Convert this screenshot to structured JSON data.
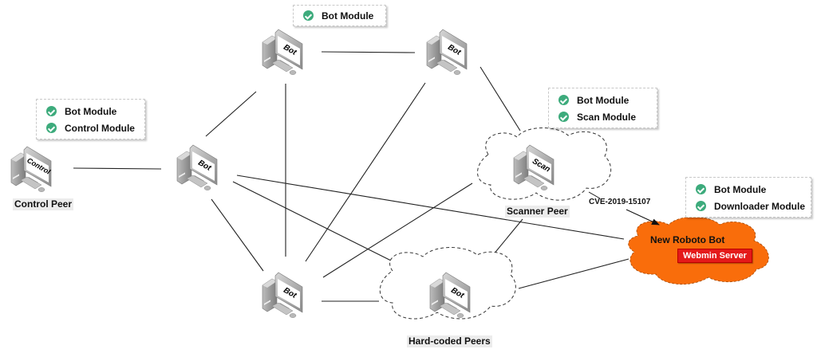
{
  "colors": {
    "check": "#3dab7c",
    "roboto_cloud": "#f96d0b",
    "webmin_badge": "#e41a1a",
    "edge": "#222222",
    "cloud_outline": "#333333"
  },
  "nodes": [
    {
      "id": "control",
      "screen_label": "Control",
      "icon": "computer-icon"
    },
    {
      "id": "bot-mid",
      "screen_label": "Bot",
      "icon": "computer-icon"
    },
    {
      "id": "bot-top-left",
      "screen_label": "Bot",
      "icon": "computer-icon"
    },
    {
      "id": "bot-top-right",
      "screen_label": "Bot",
      "icon": "computer-icon"
    },
    {
      "id": "scanner",
      "screen_label": "Scan",
      "icon": "computer-icon"
    },
    {
      "id": "bot-bottom",
      "screen_label": "Bot",
      "icon": "computer-icon"
    },
    {
      "id": "hardcoded",
      "screen_label": "Bot",
      "icon": "computer-icon"
    }
  ],
  "edges": [
    [
      "control",
      "bot-mid"
    ],
    [
      "bot-mid",
      "bot-top-left"
    ],
    [
      "bot-mid",
      "bot-bottom"
    ],
    [
      "bot-mid",
      "hardcoded"
    ],
    [
      "bot-mid",
      "roboto"
    ],
    [
      "bot-top-left",
      "bot-top-right"
    ],
    [
      "bot-top-left",
      "bot-bottom"
    ],
    [
      "bot-top-right",
      "scanner"
    ],
    [
      "bot-top-right",
      "bot-bottom"
    ],
    [
      "scanner",
      "bot-bottom"
    ],
    [
      "scanner",
      "hardcoded"
    ],
    [
      "bot-bottom",
      "hardcoded"
    ],
    [
      "hardcoded",
      "roboto"
    ]
  ],
  "captions": {
    "control_peer": "Control Peer",
    "scanner_peer": "Scanner Peer",
    "hardcoded_peers": "Hard-coded Peers"
  },
  "module_boxes": {
    "control": [
      "Bot Module",
      "Control Module"
    ],
    "bot_top": [
      "Bot Module"
    ],
    "scanner": [
      "Bot Module",
      "Scan Module"
    ],
    "roboto": [
      "Bot Module",
      "Downloader Module"
    ]
  },
  "exploit": {
    "label": "CVE-2019-15107",
    "from": "scanner",
    "to": "roboto"
  },
  "roboto": {
    "title": "New Roboto Bot",
    "badge": "Webmin Server"
  }
}
